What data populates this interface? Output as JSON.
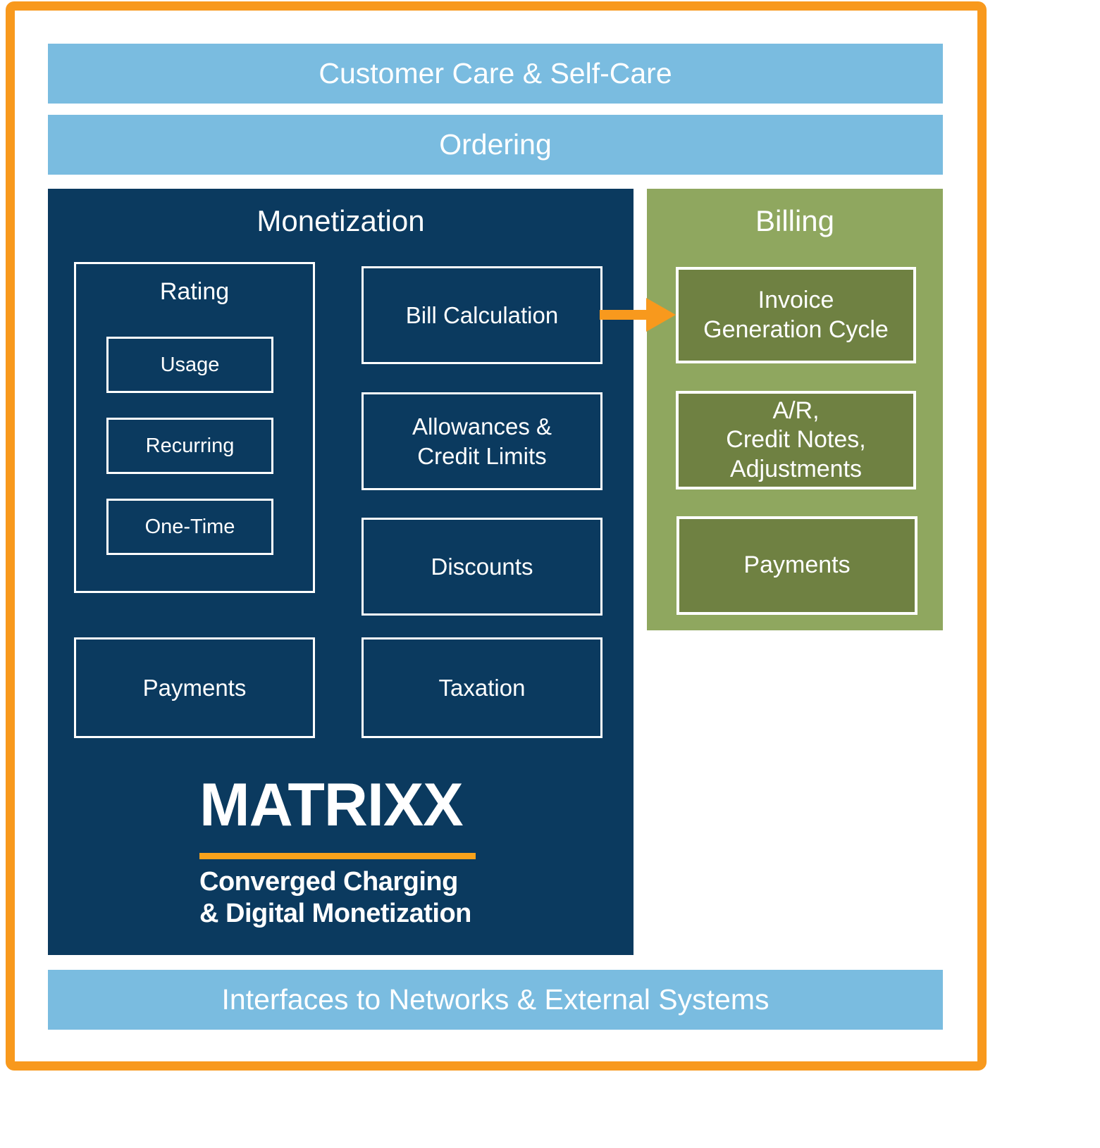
{
  "colors": {
    "frame_orange": "#F8991D",
    "bar_blue": "#7ABCE0",
    "monetization_navy": "#0B3A5F",
    "billing_green": "#8FA75F",
    "billing_inner_green": "#6F8142",
    "text_white": "#FFFFFF",
    "logo_underline_orange": "#F9A21B"
  },
  "top_bars": {
    "customer_care": "Customer Care & Self-Care",
    "ordering": "Ordering"
  },
  "bottom_bar": {
    "label": "Interfaces to Networks & External Systems"
  },
  "monetization": {
    "title": "Monetization",
    "rating": {
      "title": "Rating",
      "items": [
        "Usage",
        "Recurring",
        "One-Time"
      ]
    },
    "bill_calculation": "Bill Calculation",
    "allowances": {
      "lines": [
        "Allowances &",
        "Credit Limits"
      ]
    },
    "discounts": "Discounts",
    "payments": "Payments",
    "taxation": "Taxation",
    "logo": {
      "wordmark": "MATRIXX",
      "tagline_line1": "Converged Charging",
      "tagline_line2": "& Digital Monetization"
    }
  },
  "billing": {
    "title": "Billing",
    "invoice": {
      "lines": [
        "Invoice",
        "Generation Cycle"
      ]
    },
    "ar": {
      "lines": [
        "A/R,",
        "Credit Notes,",
        "Adjustments"
      ]
    },
    "payments": "Payments"
  }
}
